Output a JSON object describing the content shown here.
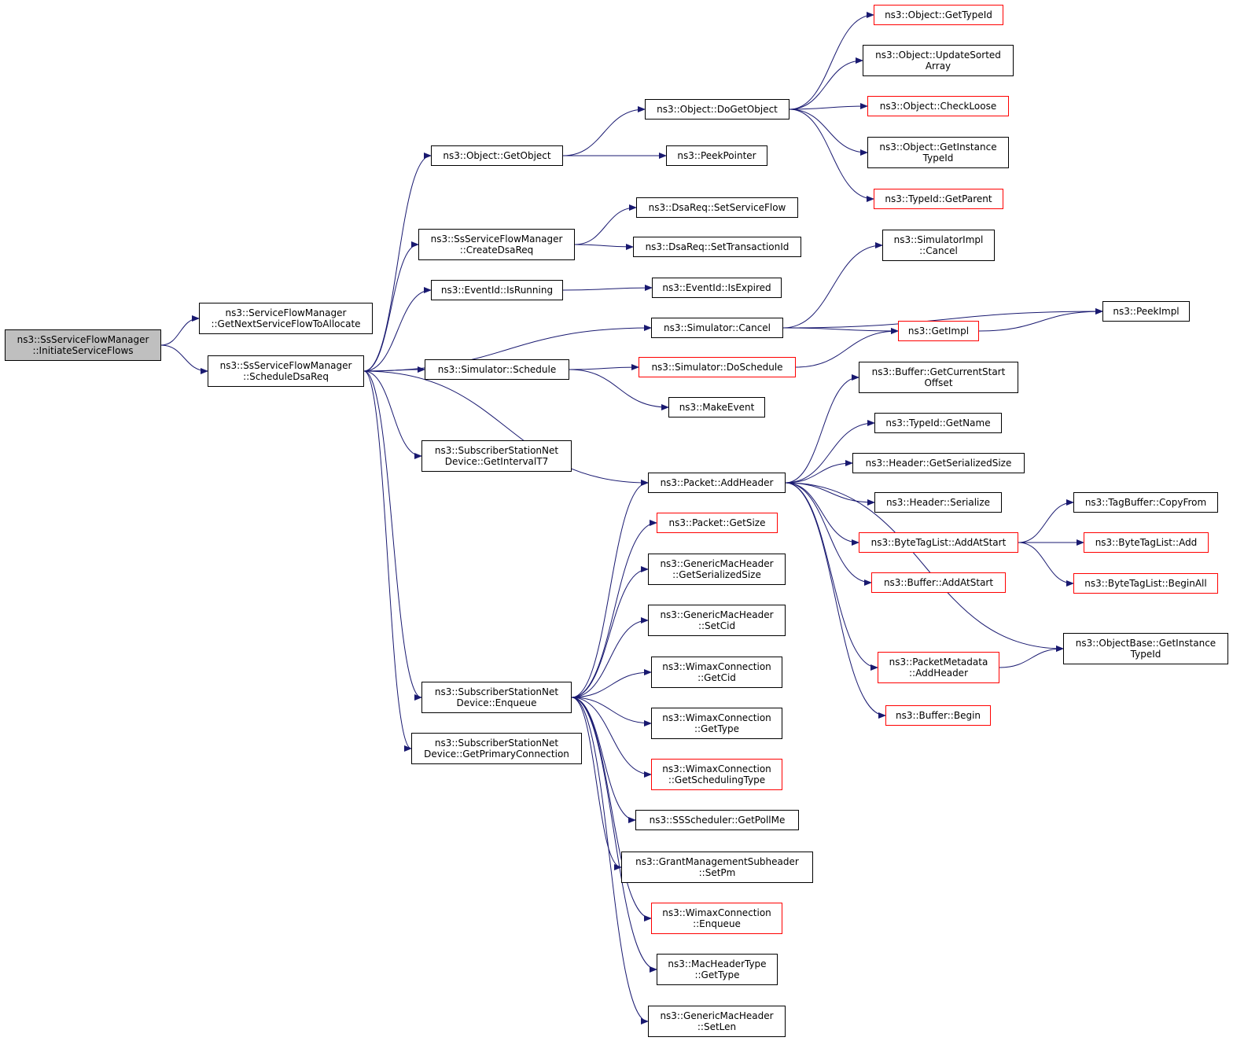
{
  "colors": {
    "edge": "#191970",
    "node_border": "#000000",
    "node_border_incomplete": "#ff0000",
    "root_fill": "#bfbfbf"
  },
  "nodes": {
    "initiate_service_flows": {
      "lines": [
        "ns3::SsServiceFlowManager",
        "::InitiateServiceFlows"
      ],
      "border": "black",
      "role": "root"
    },
    "get_next_service_flow": {
      "lines": [
        "ns3::ServiceFlowManager",
        "::GetNextServiceFlowToAllocate"
      ],
      "border": "black"
    },
    "schedule_dsa_req": {
      "lines": [
        "ns3::SsServiceFlowManager",
        "::ScheduleDsaReq"
      ],
      "border": "black"
    },
    "object_get_object": {
      "lines": [
        "ns3::Object::GetObject"
      ],
      "border": "black"
    },
    "create_dsa_req": {
      "lines": [
        "ns3::SsServiceFlowManager",
        "::CreateDsaReq"
      ],
      "border": "black"
    },
    "eventid_is_running": {
      "lines": [
        "ns3::EventId::IsRunning"
      ],
      "border": "black"
    },
    "simulator_cancel": {
      "lines": [
        "ns3::Simulator::Cancel"
      ],
      "border": "black"
    },
    "simulator_schedule": {
      "lines": [
        "ns3::Simulator::Schedule"
      ],
      "border": "black"
    },
    "get_interval_t7": {
      "lines": [
        "ns3::SubscriberStationNet",
        "Device::GetIntervalT7"
      ],
      "border": "black"
    },
    "ssnd_enqueue": {
      "lines": [
        "ns3::SubscriberStationNet",
        "Device::Enqueue"
      ],
      "border": "black"
    },
    "get_primary_connection": {
      "lines": [
        "ns3::SubscriberStationNet",
        "Device::GetPrimaryConnection"
      ],
      "border": "black"
    },
    "object_do_get_object": {
      "lines": [
        "ns3::Object::DoGetObject"
      ],
      "border": "black"
    },
    "peek_pointer": {
      "lines": [
        "ns3::PeekPointer"
      ],
      "border": "black"
    },
    "dsareq_set_service_flow": {
      "lines": [
        "ns3::DsaReq::SetServiceFlow"
      ],
      "border": "black"
    },
    "dsareq_set_transaction_id": {
      "lines": [
        "ns3::DsaReq::SetTransactionId"
      ],
      "border": "black"
    },
    "eventid_is_expired": {
      "lines": [
        "ns3::EventId::IsExpired"
      ],
      "border": "black"
    },
    "simulator_do_schedule": {
      "lines": [
        "ns3::Simulator::DoSchedule"
      ],
      "border": "red"
    },
    "make_event": {
      "lines": [
        "ns3::MakeEvent"
      ],
      "border": "black"
    },
    "packet_add_header": {
      "lines": [
        "ns3::Packet::AddHeader"
      ],
      "border": "black"
    },
    "packet_get_size": {
      "lines": [
        "ns3::Packet::GetSize"
      ],
      "border": "red"
    },
    "gmh_get_serialized_size": {
      "lines": [
        "ns3::GenericMacHeader",
        "::GetSerializedSize"
      ],
      "border": "black"
    },
    "gmh_set_cid": {
      "lines": [
        "ns3::GenericMacHeader",
        "::SetCid"
      ],
      "border": "black"
    },
    "wc_get_cid": {
      "lines": [
        "ns3::WimaxConnection",
        "::GetCid"
      ],
      "border": "black"
    },
    "wc_get_type": {
      "lines": [
        "ns3::WimaxConnection",
        "::GetType"
      ],
      "border": "black"
    },
    "wc_get_scheduling_type": {
      "lines": [
        "ns3::WimaxConnection",
        "::GetSchedulingType"
      ],
      "border": "red"
    },
    "ssscheduler_get_poll_me": {
      "lines": [
        "ns3::SSScheduler::GetPollMe"
      ],
      "border": "black"
    },
    "gms_set_pm": {
      "lines": [
        "ns3::GrantManagementSubheader",
        "::SetPm"
      ],
      "border": "black"
    },
    "wc_enqueue": {
      "lines": [
        "ns3::WimaxConnection",
        "::Enqueue"
      ],
      "border": "red"
    },
    "mac_header_type_get_type": {
      "lines": [
        "ns3::MacHeaderType",
        "::GetType"
      ],
      "border": "black"
    },
    "gmh_set_len": {
      "lines": [
        "ns3::GenericMacHeader",
        "::SetLen"
      ],
      "border": "black"
    },
    "object_get_type_id": {
      "lines": [
        "ns3::Object::GetTypeId"
      ],
      "border": "red"
    },
    "object_update_sorted_array": {
      "lines": [
        "ns3::Object::UpdateSorted",
        "Array"
      ],
      "border": "black"
    },
    "object_check_loose": {
      "lines": [
        "ns3::Object::CheckLoose"
      ],
      "border": "red"
    },
    "object_get_instance_type_id": {
      "lines": [
        "ns3::Object::GetInstance",
        "TypeId"
      ],
      "border": "black"
    },
    "typeid_get_parent": {
      "lines": [
        "ns3::TypeId::GetParent"
      ],
      "border": "red"
    },
    "simulator_impl_cancel": {
      "lines": [
        "ns3::SimulatorImpl",
        "::Cancel"
      ],
      "border": "black"
    },
    "get_impl": {
      "lines": [
        "ns3::GetImpl"
      ],
      "border": "red"
    },
    "peek_impl": {
      "lines": [
        "ns3::PeekImpl"
      ],
      "border": "black"
    },
    "buffer_get_current_start_offset": {
      "lines": [
        "ns3::Buffer::GetCurrentStart",
        "Offset"
      ],
      "border": "black"
    },
    "typeid_get_name": {
      "lines": [
        "ns3::TypeId::GetName"
      ],
      "border": "black"
    },
    "header_get_serialized_size": {
      "lines": [
        "ns3::Header::GetSerializedSize"
      ],
      "border": "black"
    },
    "header_serialize": {
      "lines": [
        "ns3::Header::Serialize"
      ],
      "border": "black"
    },
    "bytetaglist_add_at_start": {
      "lines": [
        "ns3::ByteTagList::AddAtStart"
      ],
      "border": "red"
    },
    "buffer_add_at_start": {
      "lines": [
        "ns3::Buffer::AddAtStart"
      ],
      "border": "red"
    },
    "objectbase_get_instance_type_id": {
      "lines": [
        "ns3::ObjectBase::GetInstance",
        "TypeId"
      ],
      "border": "black"
    },
    "packet_metadata_add_header": {
      "lines": [
        "ns3::PacketMetadata",
        "::AddHeader"
      ],
      "border": "red"
    },
    "buffer_begin": {
      "lines": [
        "ns3::Buffer::Begin"
      ],
      "border": "red"
    },
    "tagbuffer_copy_from": {
      "lines": [
        "ns3::TagBuffer::CopyFrom"
      ],
      "border": "black"
    },
    "bytetaglist_add": {
      "lines": [
        "ns3::ByteTagList::Add"
      ],
      "border": "red"
    },
    "bytetaglist_begin_all": {
      "lines": [
        "ns3::ByteTagList::BeginAll"
      ],
      "border": "red"
    }
  },
  "edges": [
    [
      "initiate_service_flows",
      "get_next_service_flow"
    ],
    [
      "initiate_service_flows",
      "schedule_dsa_req"
    ],
    [
      "schedule_dsa_req",
      "object_get_object"
    ],
    [
      "schedule_dsa_req",
      "create_dsa_req"
    ],
    [
      "schedule_dsa_req",
      "eventid_is_running"
    ],
    [
      "schedule_dsa_req",
      "simulator_cancel"
    ],
    [
      "schedule_dsa_req",
      "simulator_schedule"
    ],
    [
      "schedule_dsa_req",
      "get_interval_t7"
    ],
    [
      "schedule_dsa_req",
      "packet_add_header"
    ],
    [
      "schedule_dsa_req",
      "ssnd_enqueue"
    ],
    [
      "schedule_dsa_req",
      "get_primary_connection"
    ],
    [
      "object_get_object",
      "object_do_get_object"
    ],
    [
      "object_get_object",
      "peek_pointer"
    ],
    [
      "object_do_get_object",
      "object_get_type_id"
    ],
    [
      "object_do_get_object",
      "object_update_sorted_array"
    ],
    [
      "object_do_get_object",
      "object_check_loose"
    ],
    [
      "object_do_get_object",
      "object_get_instance_type_id"
    ],
    [
      "object_do_get_object",
      "typeid_get_parent"
    ],
    [
      "create_dsa_req",
      "dsareq_set_service_flow"
    ],
    [
      "create_dsa_req",
      "dsareq_set_transaction_id"
    ],
    [
      "eventid_is_running",
      "eventid_is_expired"
    ],
    [
      "simulator_cancel",
      "simulator_impl_cancel"
    ],
    [
      "simulator_cancel",
      "peek_impl"
    ],
    [
      "simulator_cancel",
      "get_impl"
    ],
    [
      "get_impl",
      "peek_impl"
    ],
    [
      "simulator_schedule",
      "simulator_do_schedule"
    ],
    [
      "simulator_schedule",
      "make_event"
    ],
    [
      "simulator_do_schedule",
      "get_impl"
    ],
    [
      "packet_add_header",
      "buffer_get_current_start_offset"
    ],
    [
      "packet_add_header",
      "typeid_get_name"
    ],
    [
      "packet_add_header",
      "header_get_serialized_size"
    ],
    [
      "packet_add_header",
      "header_serialize"
    ],
    [
      "packet_add_header",
      "bytetaglist_add_at_start"
    ],
    [
      "packet_add_header",
      "buffer_add_at_start"
    ],
    [
      "packet_add_header",
      "objectbase_get_instance_type_id"
    ],
    [
      "packet_add_header",
      "packet_metadata_add_header"
    ],
    [
      "packet_add_header",
      "buffer_begin"
    ],
    [
      "bytetaglist_add_at_start",
      "tagbuffer_copy_from"
    ],
    [
      "bytetaglist_add_at_start",
      "bytetaglist_add"
    ],
    [
      "bytetaglist_add_at_start",
      "bytetaglist_begin_all"
    ],
    [
      "packet_metadata_add_header",
      "objectbase_get_instance_type_id"
    ],
    [
      "ssnd_enqueue",
      "packet_add_header"
    ],
    [
      "ssnd_enqueue",
      "packet_get_size"
    ],
    [
      "ssnd_enqueue",
      "gmh_get_serialized_size"
    ],
    [
      "ssnd_enqueue",
      "gmh_set_cid"
    ],
    [
      "ssnd_enqueue",
      "wc_get_cid"
    ],
    [
      "ssnd_enqueue",
      "wc_get_type"
    ],
    [
      "ssnd_enqueue",
      "wc_get_scheduling_type"
    ],
    [
      "ssnd_enqueue",
      "ssscheduler_get_poll_me"
    ],
    [
      "ssnd_enqueue",
      "gms_set_pm"
    ],
    [
      "ssnd_enqueue",
      "wc_enqueue"
    ],
    [
      "ssnd_enqueue",
      "mac_header_type_get_type"
    ],
    [
      "ssnd_enqueue",
      "gmh_set_len"
    ]
  ]
}
